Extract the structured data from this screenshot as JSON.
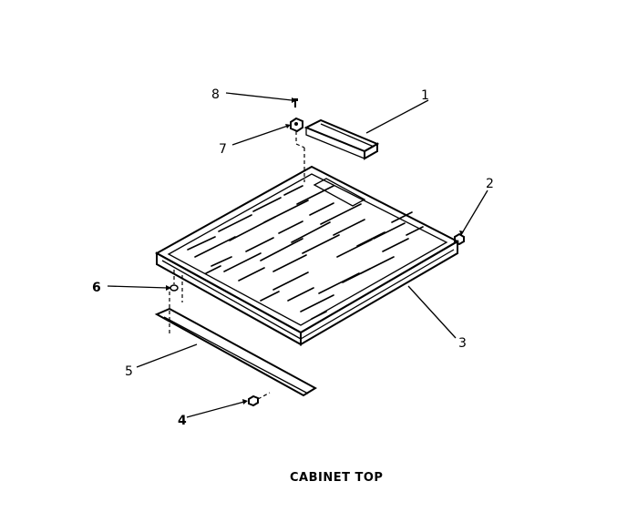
{
  "callouts": {
    "c1": "1",
    "c2": "2",
    "c3": "3",
    "c4": "4",
    "c5": "5",
    "c6": "6",
    "c7": "7",
    "c8": "8"
  },
  "caption": "CABINET TOP"
}
